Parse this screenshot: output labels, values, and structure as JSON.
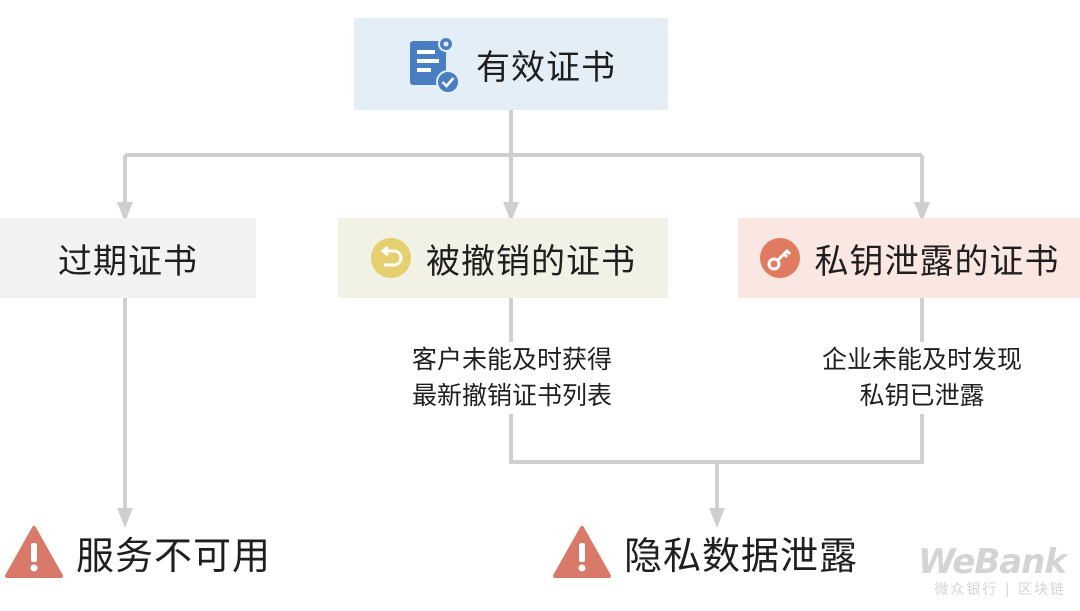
{
  "root": {
    "label": "有效证书",
    "icon": "certificate-icon"
  },
  "branches": {
    "expired": {
      "label": "过期证书"
    },
    "revoked": {
      "label": "被撤销的证书",
      "icon": "revoke-icon",
      "icon_color": "#e6cf6e"
    },
    "leaked": {
      "label": "私钥泄露的证书",
      "icon": "key-icon",
      "icon_color": "#e07a60"
    }
  },
  "notes": {
    "revoked": [
      "客户未能及时获得",
      "最新撤销证书列表"
    ],
    "leaked": [
      "企业未能及时发现",
      "私钥已泄露"
    ]
  },
  "outcomes": {
    "unavailable": {
      "label": "服务不可用",
      "icon": "warning-icon"
    },
    "privacy": {
      "label": "隐私数据泄露",
      "icon": "warning-icon"
    }
  },
  "watermark": {
    "brand": "WeBank",
    "sub": "微众银行 | 区块链"
  },
  "colors": {
    "root_bg": "#e3eef6",
    "expired_bg": "#f2f2f2",
    "revoked_bg": "#f2f1e6",
    "leaked_bg": "#fbe7e2",
    "connector": "#cfcfcf",
    "warning": "#d9796a",
    "certificate": "#4a7ec2"
  }
}
